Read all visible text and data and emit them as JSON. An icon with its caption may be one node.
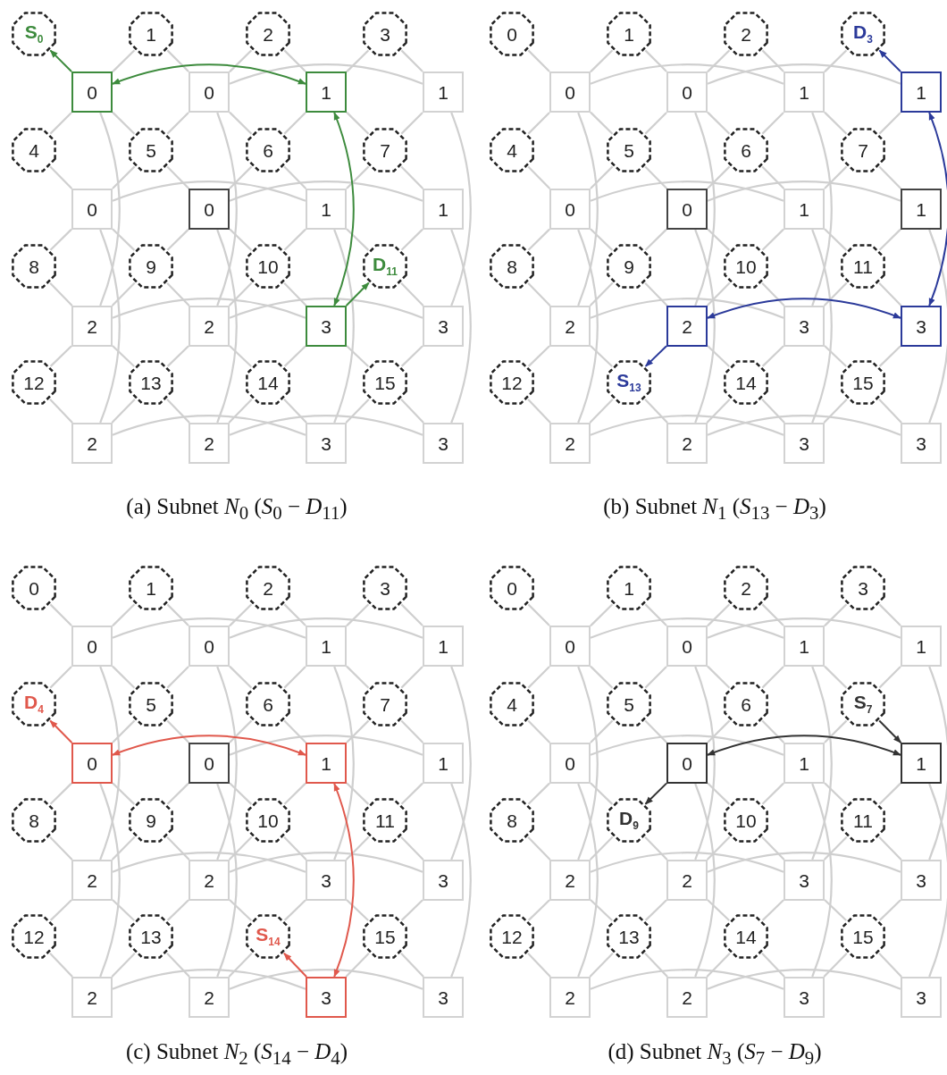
{
  "diagram": {
    "nodes": [
      {
        "text": [
          "S$_{0}$"
        ]
      },
      {
        "text": [
          "1"
        ]
      },
      {
        "text": [
          "2"
        ]
      },
      {
        "text": [
          "3"
        ]
      },
      {
        "text": [
          "0"
        ]
      },
      {
        "text": [
          "0"
        ]
      },
      {
        "text": [
          "1"
        ]
      },
      {
        "text": [
          "1"
        ]
      },
      {
        "text": [
          "4"
        ]
      },
      {
        "text": [
          "5"
        ]
      },
      {
        "text": [
          "6"
        ]
      },
      {
        "text": [
          "7"
        ]
      },
      {
        "text": [
          "0"
        ]
      },
      {
        "text": [
          "0"
        ]
      },
      {
        "text": [
          "1"
        ]
      },
      {
        "text": [
          "1"
        ]
      },
      {
        "text": [
          "8"
        ]
      },
      {
        "text": [
          "9"
        ]
      },
      {
        "text": [
          "10"
        ]
      },
      {
        "text": [
          "D$_{11}$"
        ]
      },
      {
        "text": [
          "2"
        ]
      },
      {
        "text": [
          "2"
        ]
      },
      {
        "text": [
          "3"
        ]
      },
      {
        "text": [
          "3"
        ]
      },
      {
        "text": [
          "12"
        ]
      },
      {
        "text": [
          "13"
        ]
      },
      {
        "text": [
          "14"
        ]
      },
      {
        "text": [
          "15"
        ]
      },
      {
        "text": [
          "2"
        ]
      },
      {
        "text": [
          "2"
        ]
      },
      {
        "text": [
          "3"
        ]
      },
      {
        "text": [
          "3"
        ]
      },
      {
        "text": [
          "0"
        ]
      },
      {
        "text": [
          "1"
        ]
      },
      {
        "text": [
          "2"
        ]
      },
      {
        "text": [
          "D$_{3}$"
        ]
      },
      {
        "text": [
          "0"
        ]
      },
      {
        "text": [
          "0"
        ]
      },
      {
        "text": [
          "1"
        ]
      },
      {
        "text": [
          "1"
        ]
      },
      {
        "text": [
          "4"
        ]
      },
      {
        "text": [
          "5"
        ]
      },
      {
        "text": [
          "6"
        ]
      },
      {
        "text": [
          "7"
        ]
      },
      {
        "text": [
          "0"
        ]
      },
      {
        "text": [
          "0"
        ]
      },
      {
        "text": [
          "1"
        ]
      },
      {
        "text": [
          "1"
        ]
      },
      {
        "text": [
          "8"
        ]
      },
      {
        "text": [
          "9"
        ]
      },
      {
        "text": [
          "10"
        ]
      },
      {
        "text": [
          "11"
        ]
      },
      {
        "text": [
          "2"
        ]
      },
      {
        "text": [
          "2"
        ]
      },
      {
        "text": [
          "3"
        ]
      },
      {
        "text": [
          "3"
        ]
      },
      {
        "text": [
          "12"
        ]
      },
      {
        "text": [
          "S$_{13}$"
        ]
      },
      {
        "text": [
          "14"
        ]
      },
      {
        "text": [
          "15"
        ]
      },
      {
        "text": [
          "2"
        ]
      },
      {
        "text": [
          "2"
        ]
      },
      {
        "text": [
          "3"
        ]
      },
      {
        "text": [
          "3"
        ]
      },
      {
        "text": [
          "0"
        ]
      },
      {
        "text": [
          "1"
        ]
      },
      {
        "text": [
          "2"
        ]
      },
      {
        "text": [
          "3"
        ]
      },
      {
        "text": [
          "0"
        ]
      },
      {
        "text": [
          "0"
        ]
      },
      {
        "text": [
          "1"
        ]
      },
      {
        "text": [
          "1"
        ]
      },
      {
        "text": [
          "D$_{4}$"
        ]
      },
      {
        "text": [
          "5"
        ]
      },
      {
        "text": [
          "6"
        ]
      },
      {
        "text": [
          "7"
        ]
      },
      {
        "text": [
          "0"
        ]
      },
      {
        "text": [
          "0"
        ]
      },
      {
        "text": [
          "1"
        ]
      },
      {
        "text": [
          "1"
        ]
      },
      {
        "text": [
          "8"
        ]
      },
      {
        "text": [
          "9"
        ]
      },
      {
        "text": [
          "10"
        ]
      },
      {
        "text": [
          "11"
        ]
      },
      {
        "text": [
          "2"
        ]
      },
      {
        "text": [
          "2"
        ]
      },
      {
        "text": [
          "3"
        ]
      },
      {
        "text": [
          "3"
        ]
      },
      {
        "text": [
          "12"
        ]
      },
      {
        "text": [
          "13"
        ]
      },
      {
        "text": [
          "S$_{14}$"
        ]
      },
      {
        "text": [
          "15"
        ]
      },
      {
        "text": [
          "2"
        ]
      },
      {
        "text": [
          "2"
        ]
      },
      {
        "text": [
          "3"
        ]
      },
      {
        "text": [
          "3"
        ]
      },
      {
        "text": [
          "0"
        ]
      },
      {
        "text": [
          "1"
        ]
      },
      {
        "text": [
          "2"
        ]
      },
      {
        "text": [
          "3"
        ]
      },
      {
        "text": [
          "0"
        ]
      },
      {
        "text": [
          "0"
        ]
      },
      {
        "text": [
          "1"
        ]
      },
      {
        "text": [
          "1"
        ]
      },
      {
        "text": [
          "4"
        ]
      },
      {
        "text": [
          "5"
        ]
      },
      {
        "text": [
          "6"
        ]
      },
      {
        "text": [
          "S$_{7}$"
        ]
      },
      {
        "text": [
          "0"
        ]
      },
      {
        "text": [
          "0"
        ]
      },
      {
        "text": [
          "1"
        ]
      },
      {
        "text": [
          "1"
        ]
      },
      {
        "text": [
          "8"
        ]
      },
      {
        "text": [
          "D$_{9}$"
        ]
      },
      {
        "text": [
          "10"
        ]
      },
      {
        "text": [
          "11"
        ]
      },
      {
        "text": [
          "2"
        ]
      },
      {
        "text": [
          "2"
        ]
      },
      {
        "text": [
          "3"
        ]
      },
      {
        "text": [
          "3"
        ]
      },
      {
        "text": [
          "12"
        ]
      },
      {
        "text": [
          "13"
        ]
      },
      {
        "text": [
          "14"
        ]
      },
      {
        "text": [
          "15"
        ]
      },
      {
        "text": [
          "2"
        ]
      },
      {
        "text": [
          "2"
        ]
      },
      {
        "text": [
          "3"
        ]
      },
      {
        "text": [
          "3"
        ]
      }
    ],
    "edges": [
      {
        "from": 4,
        "to": 0,
        "arrow": "to",
        "color": "#3d8b3d"
      },
      {
        "from": 4,
        "to": 6,
        "arrow": "both",
        "color": "#3d8b3d"
      },
      {
        "from": 6,
        "to": 22,
        "arrow": "both",
        "color": "#3d8b3d"
      },
      {
        "from": 22,
        "to": 19,
        "arrow": "to",
        "color": "#3d8b3d"
      },
      {
        "from": 1,
        "to": 4,
        "arrow": "none"
      },
      {
        "from": 1,
        "to": 5,
        "arrow": "none"
      },
      {
        "from": 2,
        "to": 5,
        "arrow": "none"
      },
      {
        "from": 2,
        "to": 6,
        "arrow": "none"
      },
      {
        "from": 3,
        "to": 6,
        "arrow": "none"
      },
      {
        "from": 3,
        "to": 7,
        "arrow": "none"
      },
      {
        "from": 8,
        "to": 4,
        "arrow": "none"
      },
      {
        "from": 8,
        "to": 12,
        "arrow": "none"
      },
      {
        "from": 9,
        "to": 4,
        "arrow": "none"
      },
      {
        "from": 9,
        "to": 5,
        "arrow": "none"
      },
      {
        "from": 9,
        "to": 12,
        "arrow": "none"
      },
      {
        "from": 9,
        "to": 13,
        "arrow": "none"
      },
      {
        "from": 10,
        "to": 5,
        "arrow": "none"
      },
      {
        "from": 10,
        "to": 6,
        "arrow": "none"
      },
      {
        "from": 10,
        "to": 13,
        "arrow": "none"
      },
      {
        "from": 10,
        "to": 14,
        "arrow": "none"
      },
      {
        "from": 11,
        "to": 6,
        "arrow": "none"
      },
      {
        "from": 11,
        "to": 7,
        "arrow": "none"
      },
      {
        "from": 11,
        "to": 14,
        "arrow": "none"
      },
      {
        "from": 11,
        "to": 15,
        "arrow": "none"
      },
      {
        "from": 16,
        "to": 12,
        "arrow": "none"
      },
      {
        "from": 16,
        "to": 20,
        "arrow": "none"
      },
      {
        "from": 17,
        "to": 12,
        "arrow": "none"
      },
      {
        "from": 17,
        "to": 13,
        "arrow": "none"
      },
      {
        "from": 17,
        "to": 20,
        "arrow": "none"
      },
      {
        "from": 17,
        "to": 21,
        "arrow": "none"
      },
      {
        "from": 18,
        "to": 13,
        "arrow": "none"
      },
      {
        "from": 18,
        "to": 14,
        "arrow": "none"
      },
      {
        "from": 18,
        "to": 21,
        "arrow": "none"
      },
      {
        "from": 18,
        "to": 22,
        "arrow": "none"
      },
      {
        "from": 19,
        "to": 14,
        "arrow": "none"
      },
      {
        "from": 19,
        "to": 15,
        "arrow": "none"
      },
      {
        "from": 19,
        "to": 23,
        "arrow": "none"
      },
      {
        "from": 24,
        "to": 20,
        "arrow": "none"
      },
      {
        "from": 24,
        "to": 28,
        "arrow": "none"
      },
      {
        "from": 25,
        "to": 20,
        "arrow": "none"
      },
      {
        "from": 25,
        "to": 21,
        "arrow": "none"
      },
      {
        "from": 25,
        "to": 28,
        "arrow": "none"
      },
      {
        "from": 25,
        "to": 29,
        "arrow": "none"
      },
      {
        "from": 26,
        "to": 21,
        "arrow": "none"
      },
      {
        "from": 26,
        "to": 22,
        "arrow": "none"
      },
      {
        "from": 26,
        "to": 29,
        "arrow": "none"
      },
      {
        "from": 26,
        "to": 30,
        "arrow": "none"
      },
      {
        "from": 27,
        "to": 22,
        "arrow": "none"
      },
      {
        "from": 27,
        "to": 23,
        "arrow": "none"
      },
      {
        "from": 27,
        "to": 30,
        "arrow": "none"
      },
      {
        "from": 27,
        "to": 31,
        "arrow": "none"
      },
      {
        "from": 5,
        "to": 7,
        "arrow": "none"
      },
      {
        "from": 12,
        "to": 14,
        "arrow": "none"
      },
      {
        "from": 13,
        "to": 15,
        "arrow": "none"
      },
      {
        "from": 20,
        "to": 22,
        "arrow": "none"
      },
      {
        "from": 21,
        "to": 23,
        "arrow": "none"
      },
      {
        "from": 28,
        "to": 30,
        "arrow": "none"
      },
      {
        "from": 29,
        "to": 31,
        "arrow": "none"
      },
      {
        "from": 4,
        "to": 20,
        "arrow": "none"
      },
      {
        "from": 5,
        "to": 21,
        "arrow": "none"
      },
      {
        "from": 7,
        "to": 23,
        "arrow": "none"
      },
      {
        "from": 12,
        "to": 28,
        "arrow": "none"
      },
      {
        "from": 13,
        "to": 29,
        "arrow": "none"
      },
      {
        "from": 14,
        "to": 30,
        "arrow": "none"
      },
      {
        "from": 15,
        "to": 31,
        "arrow": "none"
      },
      {
        "from": 53,
        "to": 57,
        "arrow": "to",
        "color": "#2b3a9a"
      },
      {
        "from": 53,
        "to": 55,
        "arrow": "both",
        "color": "#2b3a9a"
      },
      {
        "from": 55,
        "to": 39,
        "arrow": "both",
        "color": "#2b3a9a"
      },
      {
        "from": 39,
        "to": 35,
        "arrow": "to",
        "color": "#2b3a9a"
      },
      {
        "from": 32,
        "to": 36,
        "arrow": "none"
      },
      {
        "from": 33,
        "to": 36,
        "arrow": "none"
      },
      {
        "from": 33,
        "to": 37,
        "arrow": "none"
      },
      {
        "from": 34,
        "to": 37,
        "arrow": "none"
      },
      {
        "from": 34,
        "to": 38,
        "arrow": "none"
      },
      {
        "from": 35,
        "to": 38,
        "arrow": "none"
      },
      {
        "from": 40,
        "to": 36,
        "arrow": "none"
      },
      {
        "from": 40,
        "to": 44,
        "arrow": "none"
      },
      {
        "from": 41,
        "to": 36,
        "arrow": "none"
      },
      {
        "from": 41,
        "to": 37,
        "arrow": "none"
      },
      {
        "from": 41,
        "to": 44,
        "arrow": "none"
      },
      {
        "from": 41,
        "to": 45,
        "arrow": "none"
      },
      {
        "from": 42,
        "to": 37,
        "arrow": "none"
      },
      {
        "from": 42,
        "to": 38,
        "arrow": "none"
      },
      {
        "from": 42,
        "to": 45,
        "arrow": "none"
      },
      {
        "from": 42,
        "to": 46,
        "arrow": "none"
      },
      {
        "from": 43,
        "to": 38,
        "arrow": "none"
      },
      {
        "from": 43,
        "to": 39,
        "arrow": "none"
      },
      {
        "from": 43,
        "to": 46,
        "arrow": "none"
      },
      {
        "from": 43,
        "to": 47,
        "arrow": "none"
      },
      {
        "from": 48,
        "to": 44,
        "arrow": "none"
      },
      {
        "from": 48,
        "to": 52,
        "arrow": "none"
      },
      {
        "from": 49,
        "to": 44,
        "arrow": "none"
      },
      {
        "from": 49,
        "to": 45,
        "arrow": "none"
      },
      {
        "from": 49,
        "to": 52,
        "arrow": "none"
      },
      {
        "from": 49,
        "to": 53,
        "arrow": "none"
      },
      {
        "from": 50,
        "to": 45,
        "arrow": "none"
      },
      {
        "from": 50,
        "to": 46,
        "arrow": "none"
      },
      {
        "from": 50,
        "to": 53,
        "arrow": "none"
      },
      {
        "from": 50,
        "to": 54,
        "arrow": "none"
      },
      {
        "from": 51,
        "to": 46,
        "arrow": "none"
      },
      {
        "from": 51,
        "to": 47,
        "arrow": "none"
      },
      {
        "from": 51,
        "to": 54,
        "arrow": "none"
      },
      {
        "from": 51,
        "to": 55,
        "arrow": "none"
      },
      {
        "from": 56,
        "to": 52,
        "arrow": "none"
      },
      {
        "from": 56,
        "to": 60,
        "arrow": "none"
      },
      {
        "from": 57,
        "to": 52,
        "arrow": "none"
      },
      {
        "from": 57,
        "to": 60,
        "arrow": "none"
      },
      {
        "from": 57,
        "to": 61,
        "arrow": "none"
      },
      {
        "from": 58,
        "to": 53,
        "arrow": "none"
      },
      {
        "from": 58,
        "to": 54,
        "arrow": "none"
      },
      {
        "from": 58,
        "to": 61,
        "arrow": "none"
      },
      {
        "from": 58,
        "to": 62,
        "arrow": "none"
      },
      {
        "from": 59,
        "to": 54,
        "arrow": "none"
      },
      {
        "from": 59,
        "to": 55,
        "arrow": "none"
      },
      {
        "from": 59,
        "to": 62,
        "arrow": "none"
      },
      {
        "from": 59,
        "to": 63,
        "arrow": "none"
      },
      {
        "from": 36,
        "to": 38,
        "arrow": "none"
      },
      {
        "from": 37,
        "to": 39,
        "arrow": "none"
      },
      {
        "from": 44,
        "to": 46,
        "arrow": "none"
      },
      {
        "from": 45,
        "to": 47,
        "arrow": "none"
      },
      {
        "from": 52,
        "to": 54,
        "arrow": "none"
      },
      {
        "from": 60,
        "to": 62,
        "arrow": "none"
      },
      {
        "from": 61,
        "to": 63,
        "arrow": "none"
      },
      {
        "from": 36,
        "to": 52,
        "arrow": "none"
      },
      {
        "from": 37,
        "to": 53,
        "arrow": "none"
      },
      {
        "from": 38,
        "to": 54,
        "arrow": "none"
      },
      {
        "from": 44,
        "to": 60,
        "arrow": "none"
      },
      {
        "from": 45,
        "to": 61,
        "arrow": "none"
      },
      {
        "from": 46,
        "to": 62,
        "arrow": "none"
      },
      {
        "from": 47,
        "to": 63,
        "arrow": "none"
      },
      {
        "from": 94,
        "to": 90,
        "arrow": "to",
        "color": "#e0584c"
      },
      {
        "from": 94,
        "to": 78,
        "arrow": "both",
        "color": "#e0584c"
      },
      {
        "from": 78,
        "to": 76,
        "arrow": "both",
        "color": "#e0584c"
      },
      {
        "from": 76,
        "to": 72,
        "arrow": "to",
        "color": "#e0584c"
      },
      {
        "from": 64,
        "to": 68,
        "arrow": "none"
      },
      {
        "from": 65,
        "to": 68,
        "arrow": "none"
      },
      {
        "from": 65,
        "to": 69,
        "arrow": "none"
      },
      {
        "from": 66,
        "to": 69,
        "arrow": "none"
      },
      {
        "from": 66,
        "to": 70,
        "arrow": "none"
      },
      {
        "from": 67,
        "to": 70,
        "arrow": "none"
      },
      {
        "from": 67,
        "to": 71,
        "arrow": "none"
      },
      {
        "from": 72,
        "to": 68,
        "arrow": "none"
      },
      {
        "from": 73,
        "to": 68,
        "arrow": "none"
      },
      {
        "from": 73,
        "to": 69,
        "arrow": "none"
      },
      {
        "from": 73,
        "to": 76,
        "arrow": "none"
      },
      {
        "from": 73,
        "to": 77,
        "arrow": "none"
      },
      {
        "from": 74,
        "to": 69,
        "arrow": "none"
      },
      {
        "from": 74,
        "to": 70,
        "arrow": "none"
      },
      {
        "from": 74,
        "to": 77,
        "arrow": "none"
      },
      {
        "from": 74,
        "to": 78,
        "arrow": "none"
      },
      {
        "from": 75,
        "to": 70,
        "arrow": "none"
      },
      {
        "from": 75,
        "to": 71,
        "arrow": "none"
      },
      {
        "from": 75,
        "to": 78,
        "arrow": "none"
      },
      {
        "from": 75,
        "to": 79,
        "arrow": "none"
      },
      {
        "from": 80,
        "to": 76,
        "arrow": "none"
      },
      {
        "from": 80,
        "to": 84,
        "arrow": "none"
      },
      {
        "from": 81,
        "to": 76,
        "arrow": "none"
      },
      {
        "from": 81,
        "to": 77,
        "arrow": "none"
      },
      {
        "from": 81,
        "to": 84,
        "arrow": "none"
      },
      {
        "from": 81,
        "to": 85,
        "arrow": "none"
      },
      {
        "from": 82,
        "to": 77,
        "arrow": "none"
      },
      {
        "from": 82,
        "to": 78,
        "arrow": "none"
      },
      {
        "from": 82,
        "to": 85,
        "arrow": "none"
      },
      {
        "from": 82,
        "to": 86,
        "arrow": "none"
      },
      {
        "from": 83,
        "to": 78,
        "arrow": "none"
      },
      {
        "from": 83,
        "to": 79,
        "arrow": "none"
      },
      {
        "from": 83,
        "to": 86,
        "arrow": "none"
      },
      {
        "from": 83,
        "to": 87,
        "arrow": "none"
      },
      {
        "from": 88,
        "to": 84,
        "arrow": "none"
      },
      {
        "from": 88,
        "to": 92,
        "arrow": "none"
      },
      {
        "from": 89,
        "to": 84,
        "arrow": "none"
      },
      {
        "from": 89,
        "to": 85,
        "arrow": "none"
      },
      {
        "from": 89,
        "to": 92,
        "arrow": "none"
      },
      {
        "from": 89,
        "to": 93,
        "arrow": "none"
      },
      {
        "from": 90,
        "to": 85,
        "arrow": "none"
      },
      {
        "from": 90,
        "to": 86,
        "arrow": "none"
      },
      {
        "from": 90,
        "to": 93,
        "arrow": "none"
      },
      {
        "from": 91,
        "to": 86,
        "arrow": "none"
      },
      {
        "from": 91,
        "to": 87,
        "arrow": "none"
      },
      {
        "from": 91,
        "to": 94,
        "arrow": "none"
      },
      {
        "from": 91,
        "to": 95,
        "arrow": "none"
      },
      {
        "from": 68,
        "to": 70,
        "arrow": "none"
      },
      {
        "from": 69,
        "to": 71,
        "arrow": "none"
      },
      {
        "from": 77,
        "to": 79,
        "arrow": "none"
      },
      {
        "from": 84,
        "to": 86,
        "arrow": "none"
      },
      {
        "from": 85,
        "to": 87,
        "arrow": "none"
      },
      {
        "from": 92,
        "to": 94,
        "arrow": "none"
      },
      {
        "from": 93,
        "to": 95,
        "arrow": "none"
      },
      {
        "from": 68,
        "to": 84,
        "arrow": "none"
      },
      {
        "from": 69,
        "to": 85,
        "arrow": "none"
      },
      {
        "from": 70,
        "to": 86,
        "arrow": "none"
      },
      {
        "from": 71,
        "to": 87,
        "arrow": "none"
      },
      {
        "from": 76,
        "to": 92,
        "arrow": "none"
      },
      {
        "from": 77,
        "to": 93,
        "arrow": "none"
      },
      {
        "from": 79,
        "to": 95,
        "arrow": "none"
      },
      {
        "from": 107,
        "to": 111,
        "arrow": "to",
        "color": "#333333"
      },
      {
        "from": 111,
        "to": 109,
        "arrow": "both",
        "color": "#333333"
      },
      {
        "from": 109,
        "to": 113,
        "arrow": "to",
        "color": "#333333"
      },
      {
        "from": 96,
        "to": 100,
        "arrow": "none"
      },
      {
        "from": 97,
        "to": 100,
        "arrow": "none"
      },
      {
        "from": 97,
        "to": 101,
        "arrow": "none"
      },
      {
        "from": 98,
        "to": 101,
        "arrow": "none"
      },
      {
        "from": 98,
        "to": 102,
        "arrow": "none"
      },
      {
        "from": 99,
        "to": 102,
        "arrow": "none"
      },
      {
        "from": 99,
        "to": 103,
        "arrow": "none"
      },
      {
        "from": 104,
        "to": 100,
        "arrow": "none"
      },
      {
        "from": 104,
        "to": 108,
        "arrow": "none"
      },
      {
        "from": 105,
        "to": 100,
        "arrow": "none"
      },
      {
        "from": 105,
        "to": 101,
        "arrow": "none"
      },
      {
        "from": 105,
        "to": 108,
        "arrow": "none"
      },
      {
        "from": 105,
        "to": 109,
        "arrow": "none"
      },
      {
        "from": 106,
        "to": 101,
        "arrow": "none"
      },
      {
        "from": 106,
        "to": 102,
        "arrow": "none"
      },
      {
        "from": 106,
        "to": 109,
        "arrow": "none"
      },
      {
        "from": 106,
        "to": 110,
        "arrow": "none"
      },
      {
        "from": 107,
        "to": 102,
        "arrow": "none"
      },
      {
        "from": 107,
        "to": 103,
        "arrow": "none"
      },
      {
        "from": 107,
        "to": 110,
        "arrow": "none"
      },
      {
        "from": 112,
        "to": 108,
        "arrow": "none"
      },
      {
        "from": 112,
        "to": 116,
        "arrow": "none"
      },
      {
        "from": 113,
        "to": 108,
        "arrow": "none"
      },
      {
        "from": 113,
        "to": 116,
        "arrow": "none"
      },
      {
        "from": 113,
        "to": 117,
        "arrow": "none"
      },
      {
        "from": 114,
        "to": 109,
        "arrow": "none"
      },
      {
        "from": 114,
        "to": 110,
        "arrow": "none"
      },
      {
        "from": 114,
        "to": 117,
        "arrow": "none"
      },
      {
        "from": 114,
        "to": 118,
        "arrow": "none"
      },
      {
        "from": 115,
        "to": 110,
        "arrow": "none"
      },
      {
        "from": 115,
        "to": 111,
        "arrow": "none"
      },
      {
        "from": 115,
        "to": 118,
        "arrow": "none"
      },
      {
        "from": 115,
        "to": 119,
        "arrow": "none"
      },
      {
        "from": 120,
        "to": 116,
        "arrow": "none"
      },
      {
        "from": 120,
        "to": 124,
        "arrow": "none"
      },
      {
        "from": 121,
        "to": 116,
        "arrow": "none"
      },
      {
        "from": 121,
        "to": 117,
        "arrow": "none"
      },
      {
        "from": 121,
        "to": 124,
        "arrow": "none"
      },
      {
        "from": 121,
        "to": 125,
        "arrow": "none"
      },
      {
        "from": 122,
        "to": 117,
        "arrow": "none"
      },
      {
        "from": 122,
        "to": 118,
        "arrow": "none"
      },
      {
        "from": 122,
        "to": 125,
        "arrow": "none"
      },
      {
        "from": 122,
        "to": 126,
        "arrow": "none"
      },
      {
        "from": 123,
        "to": 118,
        "arrow": "none"
      },
      {
        "from": 123,
        "to": 119,
        "arrow": "none"
      },
      {
        "from": 123,
        "to": 126,
        "arrow": "none"
      },
      {
        "from": 123,
        "to": 127,
        "arrow": "none"
      },
      {
        "from": 100,
        "to": 102,
        "arrow": "none"
      },
      {
        "from": 101,
        "to": 103,
        "arrow": "none"
      },
      {
        "from": 108,
        "to": 110,
        "arrow": "none"
      },
      {
        "from": 116,
        "to": 118,
        "arrow": "none"
      },
      {
        "from": 117,
        "to": 119,
        "arrow": "none"
      },
      {
        "from": 124,
        "to": 126,
        "arrow": "none"
      },
      {
        "from": 125,
        "to": 127,
        "arrow": "none"
      },
      {
        "from": 100,
        "to": 116,
        "arrow": "none"
      },
      {
        "from": 101,
        "to": 117,
        "arrow": "none"
      },
      {
        "from": 102,
        "to": 118,
        "arrow": "none"
      },
      {
        "from": 103,
        "to": 119,
        "arrow": "none"
      },
      {
        "from": 108,
        "to": 124,
        "arrow": "none"
      },
      {
        "from": 109,
        "to": 125,
        "arrow": "none"
      },
      {
        "from": 110,
        "to": 126,
        "arrow": "none"
      },
      {
        "from": 111,
        "to": 127,
        "arrow": "none"
      }
    ],
    "labels": [
      "(a) Subnet *N*$_{0}$ (*S*$_{0}$ − *D*$_{11}$)",
      "(b) Subnet *N*$_{1}$ (*S*$_{13}$ − *D*$_{3}$)",
      "(c) Subnet *N*$_{2}$ (*S*$_{14}$ − *D*$_{4}$)",
      "(d) Subnet *N*$_{3}$ (*S*$_{7}$ − *D*$_{9}$)"
    ]
  }
}
